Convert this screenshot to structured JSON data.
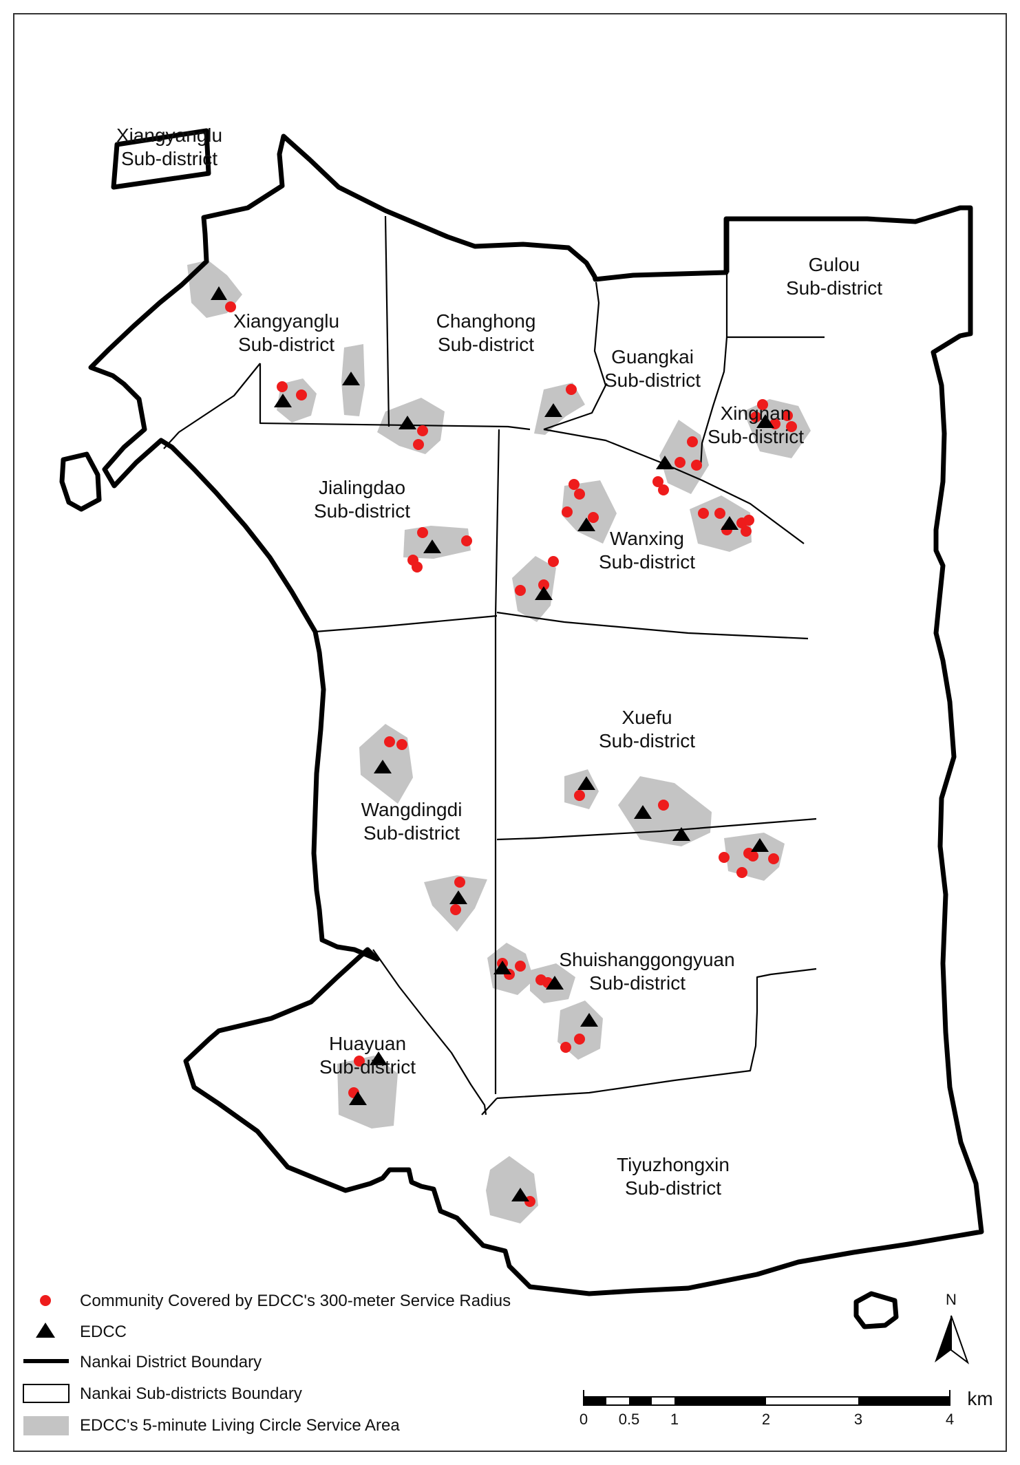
{
  "map": {
    "subdistrict_labels": [
      {
        "id": "xiangyanglu-exclave",
        "line1": "Xiangyanglu",
        "line2": "Sub-district"
      },
      {
        "id": "xiangyanglu",
        "line1": "Xiangyanglu",
        "line2": "Sub-district"
      },
      {
        "id": "changhong",
        "line1": "Changhong",
        "line2": "Sub-district"
      },
      {
        "id": "gulou",
        "line1": "Gulou",
        "line2": "Sub-district"
      },
      {
        "id": "guangkai",
        "line1": "Guangkai",
        "line2": "Sub-district"
      },
      {
        "id": "xingnan",
        "line1": "Xingnan",
        "line2": "Sub-district"
      },
      {
        "id": "jialingdao",
        "line1": "Jialingdao",
        "line2": "Sub-district"
      },
      {
        "id": "wanxing",
        "line1": "Wanxing",
        "line2": "Sub-district"
      },
      {
        "id": "xuefu",
        "line1": "Xuefu",
        "line2": "Sub-district"
      },
      {
        "id": "wangdingdi",
        "line1": "Wangdingdi",
        "line2": "Sub-district"
      },
      {
        "id": "shuishanggongyuan",
        "line1": "Shuishanggongyuan",
        "line2": "Sub-district"
      },
      {
        "id": "huayuan",
        "line1": "Huayuan",
        "line2": "Sub-district"
      },
      {
        "id": "tiyuzhongxin",
        "line1": "Tiyuzhongxin",
        "line2": "Sub-district"
      }
    ],
    "colors": {
      "community": "#ee1c1c",
      "edcc": "#000000",
      "service_area": "#c4c4c4",
      "boundary": "#000000"
    }
  },
  "legend": {
    "community": "Community Covered by EDCC's 300-meter Service Radius",
    "edcc": "EDCC",
    "district_boundary": "Nankai District Boundary",
    "subdistrict_boundary": "Nankai Sub-districts Boundary",
    "service_area": "EDCC's 5-minute Living Circle Service Area"
  },
  "north_arrow": {
    "label": "N"
  },
  "scale_bar": {
    "unit": "km",
    "ticks": [
      "0",
      "0.5",
      "1",
      "2",
      "3",
      "4"
    ]
  }
}
